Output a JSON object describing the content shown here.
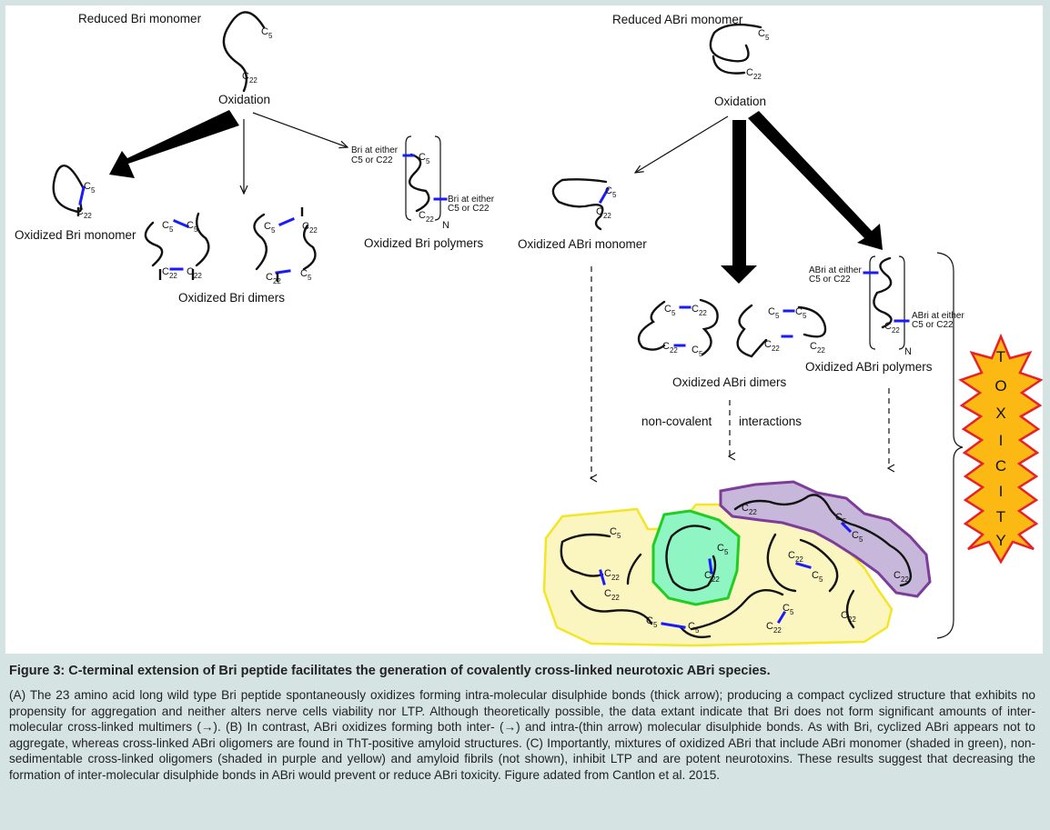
{
  "labels": {
    "reduced_bri": "Reduced  Bri monomer",
    "reduced_abri": "Reduced ABri monomer",
    "oxidation": "Oxidation",
    "ox_bri_monomer": "Oxidized Bri monomer",
    "ox_bri_dimers": "Oxidized Bri dimers",
    "ox_bri_polymers": "Oxidized Bri polymers",
    "ox_abri_monomer": "Oxidized ABri monomer",
    "ox_abri_dimers": "Oxidized ABri dimers",
    "ox_abri_polymers": "Oxidized ABri polymers",
    "noncovalent": "non-covalent",
    "interactions": "interactions",
    "bri_either_1": "Bri at either",
    "bri_either_2": "C5 or C22",
    "abri_either_1": "ABri at either",
    "abri_either_2": "C5 or C22",
    "c": "C",
    "sub5": "5",
    "sub22": "22",
    "n": "N",
    "toxicity": [
      "T",
      "O",
      "X",
      "I",
      "C",
      "I",
      "T",
      "Y"
    ]
  },
  "colors": {
    "bond": "#1a1aff",
    "green_fill": "#8ff5c2",
    "green_stroke": "#22cc22",
    "purple_fill": "#c7b8db",
    "purple_stroke": "#7d3c98",
    "yellow_fill": "#fbf5c0",
    "yellow_stroke": "#f2e626",
    "burst_fill": "#fdb913",
    "burst_stroke": "#e8202a",
    "burst_text": "#ffffff"
  },
  "caption": {
    "title": "Figure 3: C-terminal extension of Bri peptide facilitates the generation of covalently cross-linked neurotoxic ABri species.",
    "body": "(A) The 23 amino acid long wild type Bri peptide spontaneously oxidizes forming intra-molecular disulphide bonds (thick arrow); producing a compact cyclized structure that exhibits no propensity for aggregation and neither alters nerve cells viability nor LTP. Although theoretically possible, the data extant indicate that Bri does not form significant amounts of inter-molecular cross-linked multimers (→). (B) In contrast, ABri oxidizes forming both inter- (→) and intra-(thin arrow) molecular disulphide bonds. As with Bri, cyclized ABri appears not to aggregate, whereas cross-linked ABri oligomers are found in ThT-positive amyloid structures. (C) Importantly, mixtures of oxidized ABri that include ABri monomer (shaded in green), non-sedimentable cross-linked oligomers (shaded in purple and yellow) and amyloid fibrils (not shown), inhibit LTP and are potent neurotoxins. These results suggest that decreasing the formation of inter-molecular disulphide bonds in ABri would prevent or reduce ABri toxicity. Figure adated from Cantlon et al. 2015."
  }
}
